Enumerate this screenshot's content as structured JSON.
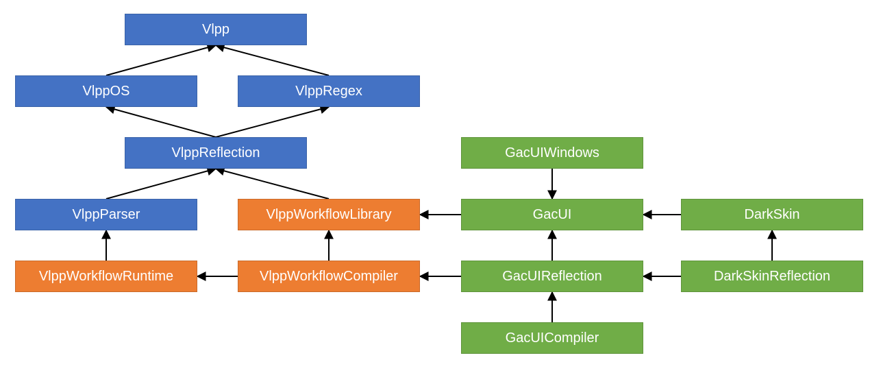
{
  "colors": {
    "vlpp": "#4472c4",
    "workflow": "#ed7d31",
    "gacui": "#70ad47",
    "edge": "#000000"
  },
  "nodes": {
    "vlpp": "Vlpp",
    "vlppos": "VlppOS",
    "vlppregex": "VlppRegex",
    "vlppreflection": "VlppReflection",
    "vlppparser": "VlppParser",
    "vlppworkflowlibrary": "VlppWorkflowLibrary",
    "vlppworkflowruntime": "VlppWorkflowRuntime",
    "vlppworkflowcompiler": "VlppWorkflowCompiler",
    "gacuiwindows": "GacUIWindows",
    "gacui": "GacUI",
    "darkskin": "DarkSkin",
    "gacuireflection": "GacUIReflection",
    "darkskinreflection": "DarkSkinReflection",
    "gacuicompiler": "GacUICompiler"
  },
  "edges": [
    {
      "from": "vlppos",
      "to": "vlpp"
    },
    {
      "from": "vlppregex",
      "to": "vlpp"
    },
    {
      "from": "vlppreflection",
      "to": "vlppos"
    },
    {
      "from": "vlppreflection",
      "to": "vlppregex"
    },
    {
      "from": "vlppparser",
      "to": "vlppreflection"
    },
    {
      "from": "vlppworkflowlibrary",
      "to": "vlppreflection"
    },
    {
      "from": "vlppworkflowruntime",
      "to": "vlppparser"
    },
    {
      "from": "vlppworkflowcompiler",
      "to": "vlppworkflowlibrary"
    },
    {
      "from": "vlppworkflowcompiler",
      "to": "vlppworkflowruntime"
    },
    {
      "from": "gacuiwindows",
      "to": "gacui"
    },
    {
      "from": "gacui",
      "to": "vlppworkflowlibrary"
    },
    {
      "from": "darkskin",
      "to": "gacui"
    },
    {
      "from": "gacuireflection",
      "to": "gacui"
    },
    {
      "from": "gacuireflection",
      "to": "vlppworkflowcompiler"
    },
    {
      "from": "darkskinreflection",
      "to": "darkskin"
    },
    {
      "from": "darkskinreflection",
      "to": "gacuireflection"
    },
    {
      "from": "gacuicompiler",
      "to": "gacuireflection"
    }
  ]
}
